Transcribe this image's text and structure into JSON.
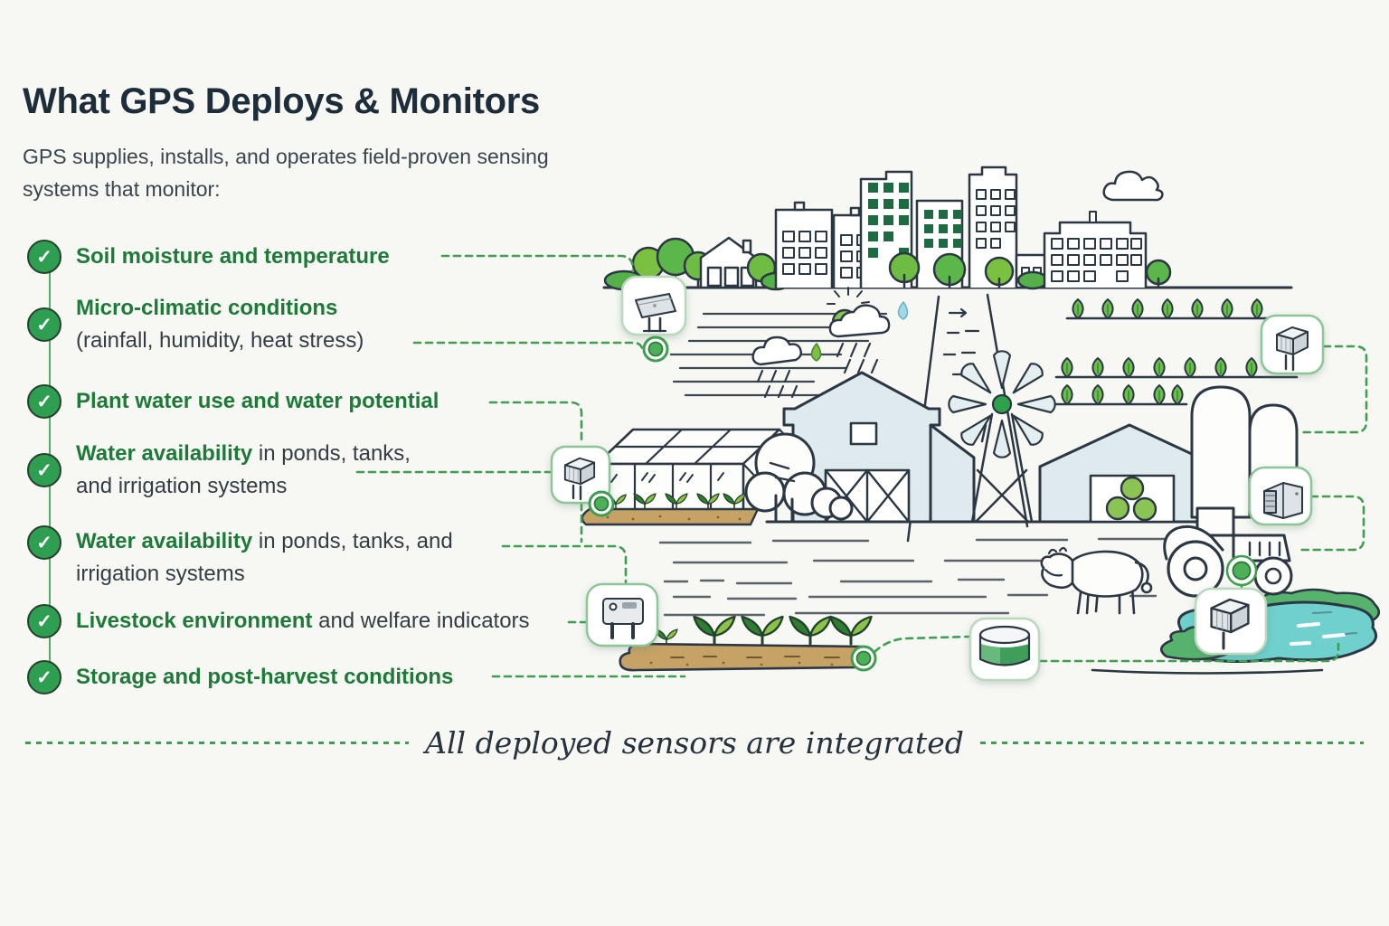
{
  "header": {
    "title": "What GPS Deploys & Monitors",
    "subtitle_line1": "GPS supplies, installs, and operates field-proven sensing",
    "subtitle_line2": "systems that monitor:"
  },
  "checklist": {
    "check_icon": "✓",
    "items": [
      {
        "lines": [
          [
            {
              "text": "Soil moisture and temperature",
              "em": true
            }
          ]
        ]
      },
      {
        "lines": [
          [
            {
              "text": "Micro-climatic conditions",
              "em": true
            }
          ],
          [
            {
              "text": "(rainfall, humidity, heat stress)",
              "em": false
            }
          ]
        ]
      },
      {
        "lines": [
          [
            {
              "text": "Plant water use and water potential",
              "em": true
            }
          ]
        ]
      },
      {
        "lines": [
          [
            {
              "text": "Water availability",
              "em": true
            },
            {
              "text": " in ponds, tanks,",
              "em": false
            }
          ],
          [
            {
              "text": "and irrigation systems",
              "em": false
            }
          ]
        ]
      },
      {
        "lines": [
          [
            {
              "text": "Water availability",
              "em": true
            },
            {
              "text": " in ponds, tanks, and",
              "em": false
            }
          ],
          [
            {
              "text": "irrigation systems",
              "em": false
            }
          ]
        ]
      },
      {
        "lines": [
          [
            {
              "text": "Livestock environment",
              "em": true
            },
            {
              "text": " and welfare indicators",
              "em": false
            }
          ]
        ]
      },
      {
        "lines": [
          [
            {
              "text": "Storage and post-harvest conditions",
              "em": true
            }
          ]
        ]
      }
    ]
  },
  "caption": {
    "text": "All deployed sensors are integrated"
  },
  "colors": {
    "accent_green": "#2e9e50",
    "text_green": "#1d7a38",
    "title_navy": "#1d2d3a",
    "body_text": "#323d44",
    "dashed_line": "#3f9e4f",
    "outline_dark": "#2b3742",
    "barn_fill": "#dfeaee",
    "pond_teal": "#6fd0cd",
    "bank_green": "#57b26e",
    "soil_tan": "#c6a266",
    "leaf_green": "#6abf4b",
    "window_green": "#1e6b43"
  },
  "icons": {
    "check": "checkmark in green circle",
    "weather_station_sensor": "solar-panel weather station",
    "greenhouse_soil_sensor": "cube soil probe",
    "livestock_sensor": "mounted barn monitor",
    "water_tank_sensor": "tank with water level",
    "crop_row_sensor": "cube sensor",
    "storage_unit_sensor": "storage monitor box",
    "pond_sensor": "cube water probe",
    "sensor_node": "green connection dot"
  }
}
